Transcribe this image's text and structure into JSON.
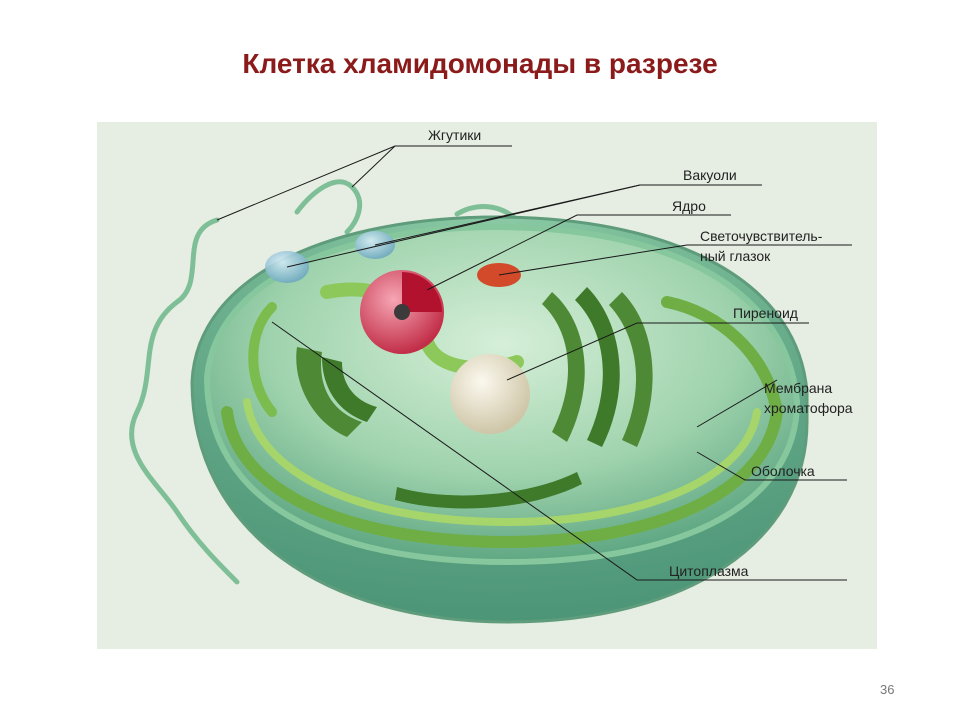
{
  "slide": {
    "title": "Клетка хламидомонады в разрезе",
    "page_number": "36"
  },
  "labels": {
    "flagella": "Жгутики",
    "vacuoles": "Вакуоли",
    "nucleus": "Ядро",
    "eyespot_line1": "Светочувствитель-",
    "eyespot_line2": "ный глазок",
    "pyrenoid": "Пиреноид",
    "chromatophore_line1": "Мембрана",
    "chromatophore_line2": "хроматофора",
    "cell_wall": "Оболочка",
    "cytoplasm": "Цитоплазма"
  },
  "colors": {
    "title": "#8b1a1a",
    "background": "#e6ede2",
    "cell_outer": "#7cc39a",
    "chloroplast": "#8fcb5a",
    "nucleus": "#d9435b",
    "eyespot": "#d34a2a",
    "pyrenoid": "#ece6d2"
  }
}
